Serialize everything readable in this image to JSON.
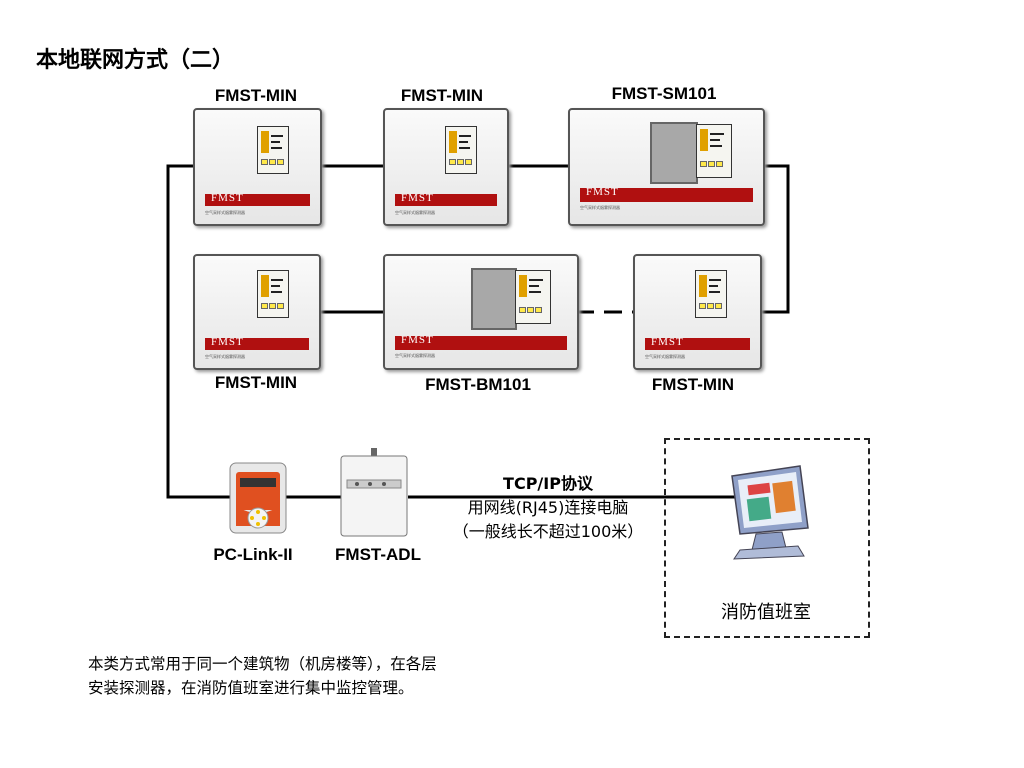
{
  "title": "本地联网方式（二）",
  "brand": "FMST",
  "panel_subtitle": "空气采样式烟雾探测器",
  "devices": {
    "row1_1": "FMST-MIN",
    "row1_2": "FMST-MIN",
    "row1_3": "FMST-SM101",
    "row2_1": "FMST-MIN",
    "row2_2": "FMST-BM101",
    "row2_3": "FMST-MIN",
    "pclink": "PC-Link-II",
    "adl": "FMST-ADL"
  },
  "connection": {
    "line1": "TCP/IP协议",
    "line2": "用网线(RJ45)连接电脑",
    "line3": "（一般线长不超过100米）"
  },
  "control_room": "消防值班室",
  "description": "本类方式常用于同一个建筑物（机房楼等），在各层安装探测器，在消防值班室进行集中监控管理。",
  "colors": {
    "brand_band": "#b01010",
    "screen_accent": "#e0a000",
    "key": "#ffe94a"
  }
}
